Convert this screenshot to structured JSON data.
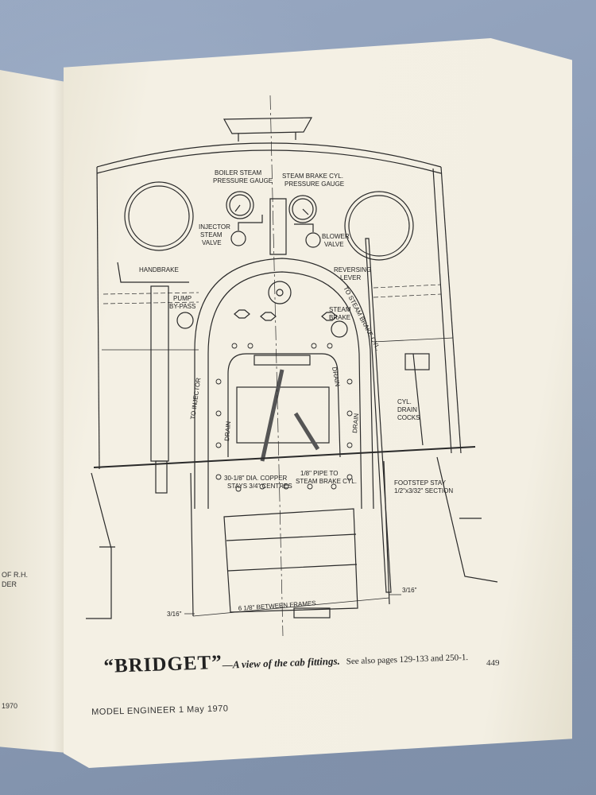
{
  "left_page": {
    "fragment_1": "OF R.H.",
    "fragment_2": "DER",
    "fragment_3": "1970"
  },
  "labels": {
    "boiler_gauge_1": "BOILER STEAM",
    "boiler_gauge_2": "PRESSURE GAUGE",
    "brake_gauge_1": "STEAM BRAKE CYL.",
    "brake_gauge_2": "PRESSURE GAUGE",
    "injector_1": "INJECTOR",
    "injector_2": "STEAM",
    "injector_3": "VALVE",
    "blower_1": "BLOWER",
    "blower_2": "VALVE",
    "handbrake": "HANDBRAKE",
    "reversing_1": "REVERSING",
    "reversing_2": "LEVER",
    "pump_1": "PUMP",
    "pump_2": "BY-PASS",
    "steam_brake_1": "STEAM",
    "steam_brake_2": "BRAKE",
    "to_steam_brake": "TO STEAM BRAKE CYL.",
    "to_injector": "TO INJECTOR",
    "drain_left": "DRAIN",
    "drain_right": "DRAIN",
    "drain_mid": "DRAIN",
    "cyl_1": "CYL.",
    "cyl_2": "DRAIN",
    "cyl_3": "COCKS",
    "stays_1": "30-1/8\" DIA. COPPER",
    "stays_2": "STAYS 3/4\" CENTRES",
    "pipe_1": "1/8\" PIPE TO",
    "pipe_2": "STEAM BRAKE CYL.",
    "footstep_1": "FOOTSTEP STAY",
    "footstep_2": "1/2\"x3/32\" SECTION",
    "dim_left": "3/16\"",
    "dim_right": "3/16\"",
    "between_frames": "6 1/8\" BETWEEN FRAMES"
  },
  "caption": {
    "title": "“BRIDGET”",
    "subtitle": "—A view of the cab fittings.",
    "see_also": "See also pages 129-133 and 250-1."
  },
  "page_number": "449",
  "footer": "MODEL ENGINEER   1 May 1970"
}
